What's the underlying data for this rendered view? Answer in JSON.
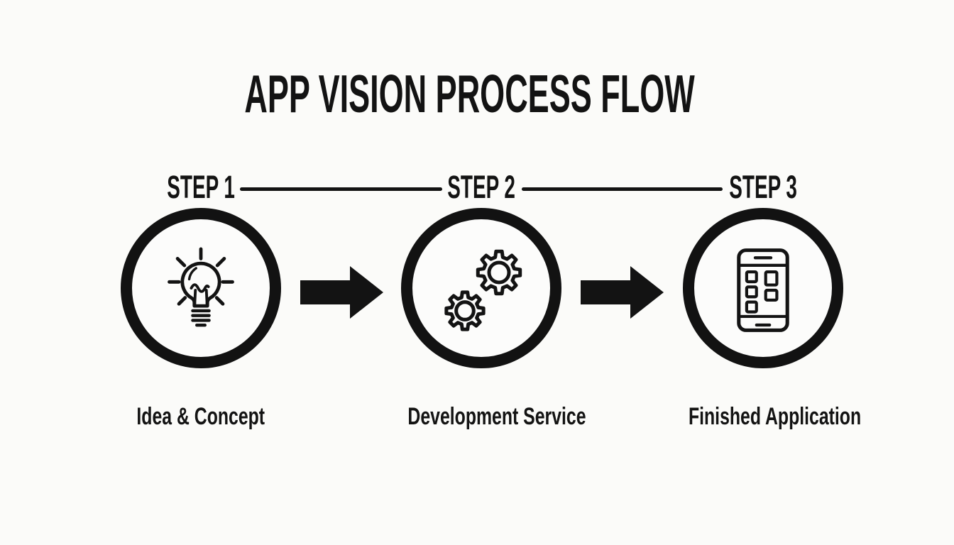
{
  "title": "APP VISION PROCESS FLOW",
  "steps": [
    {
      "label": "STEP 1",
      "caption": "Idea & Concept",
      "icon": "lightbulb-icon"
    },
    {
      "label": "STEP 2",
      "caption": "Development Service",
      "icon": "gears-icon"
    },
    {
      "label": "STEP 3",
      "caption": "Finished Application",
      "icon": "smartphone-icon"
    }
  ],
  "colors": {
    "background": "#fbfbf9",
    "ink": "#131313"
  }
}
